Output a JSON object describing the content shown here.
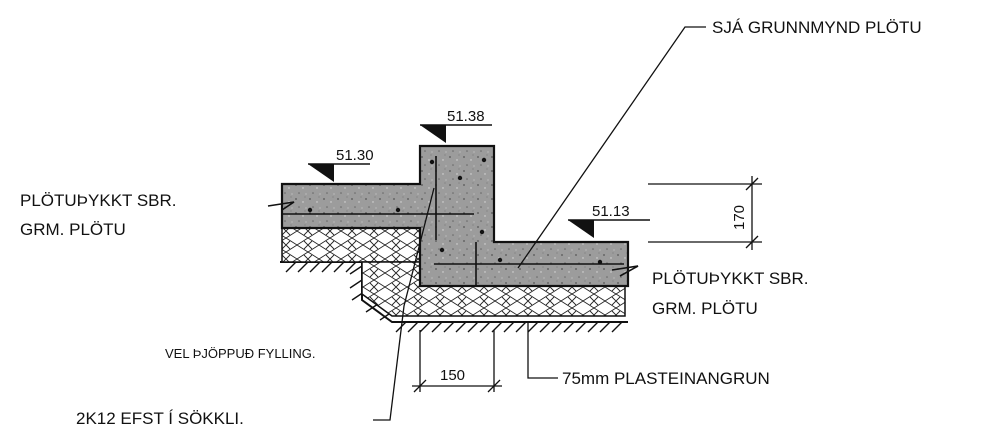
{
  "labels": {
    "top_ref": "SJÁ GRUNNMYND PLÖTU",
    "slab_left_1": "PLÖTUÞYKKT SBR.",
    "slab_left_2": "GRM. PLÖTU",
    "slab_right_1": "PLÖTUÞYKKT SBR.",
    "slab_right_2": "GRM. PLÖTU",
    "fill": "VEL ÞJÖPPUÐ FYLLING.",
    "rebar": "2K12 EFST Í SÖKKLI.",
    "insulation": "75mm PLASTEINANGRUN"
  },
  "elevations": {
    "left": "51.30",
    "top": "51.38",
    "right": "51.13"
  },
  "dimensions": {
    "width": "150",
    "height": "170"
  },
  "colors": {
    "concrete": "#9a9a9a",
    "ink": "#111111"
  }
}
